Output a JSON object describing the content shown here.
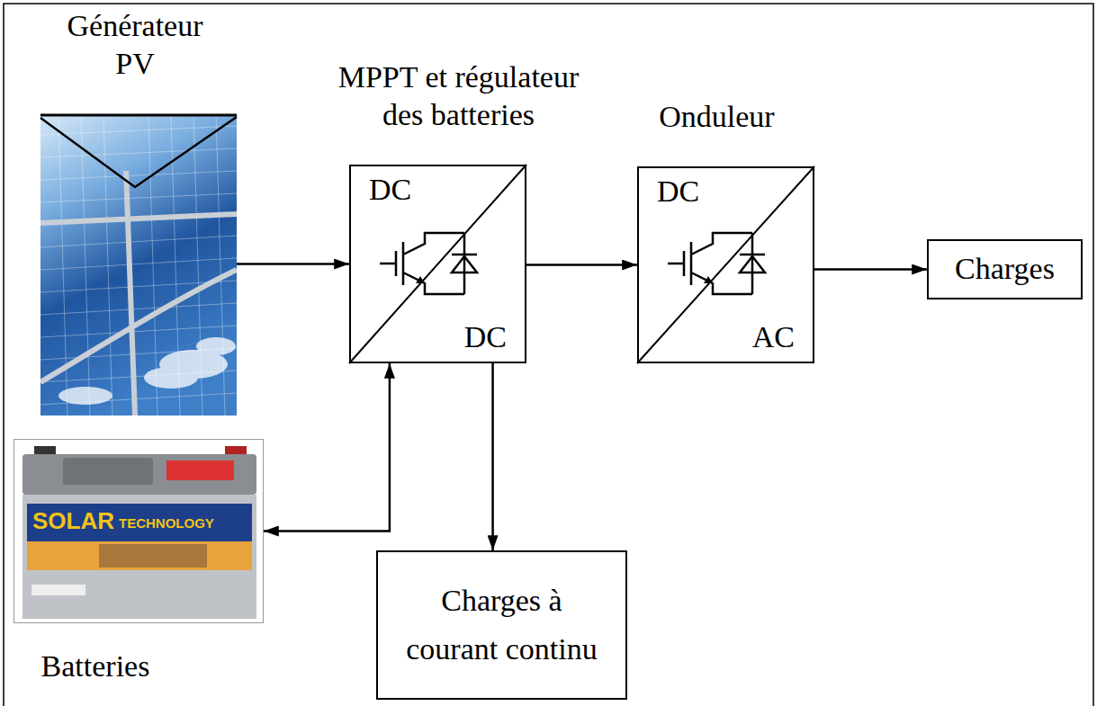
{
  "diagram": {
    "nodes": [
      {
        "text": [
          "Générateur PV"
        ]
      },
      {
        "text": [
          "MPPT et régulateur des batteries",
          "DC",
          "DC"
        ]
      },
      {
        "text": [
          "Onduleur",
          "DC",
          "AC"
        ]
      },
      {
        "text": [
          "Charges"
        ]
      },
      {
        "text": [
          "Batteries"
        ]
      },
      {
        "text": [
          "Charges à courant continu"
        ]
      }
    ],
    "edges": [
      {
        "from": 0,
        "to": 1,
        "arrow": "to"
      },
      {
        "from": 1,
        "to": 2,
        "arrow": "to"
      },
      {
        "from": 2,
        "to": 3,
        "arrow": "to"
      },
      {
        "from": 4,
        "to": 1,
        "arrow": "both"
      },
      {
        "from": 1,
        "to": 5,
        "arrow": "to"
      }
    ],
    "labels": [
      "SOLAR",
      "TECHNOLOGY"
    ]
  }
}
